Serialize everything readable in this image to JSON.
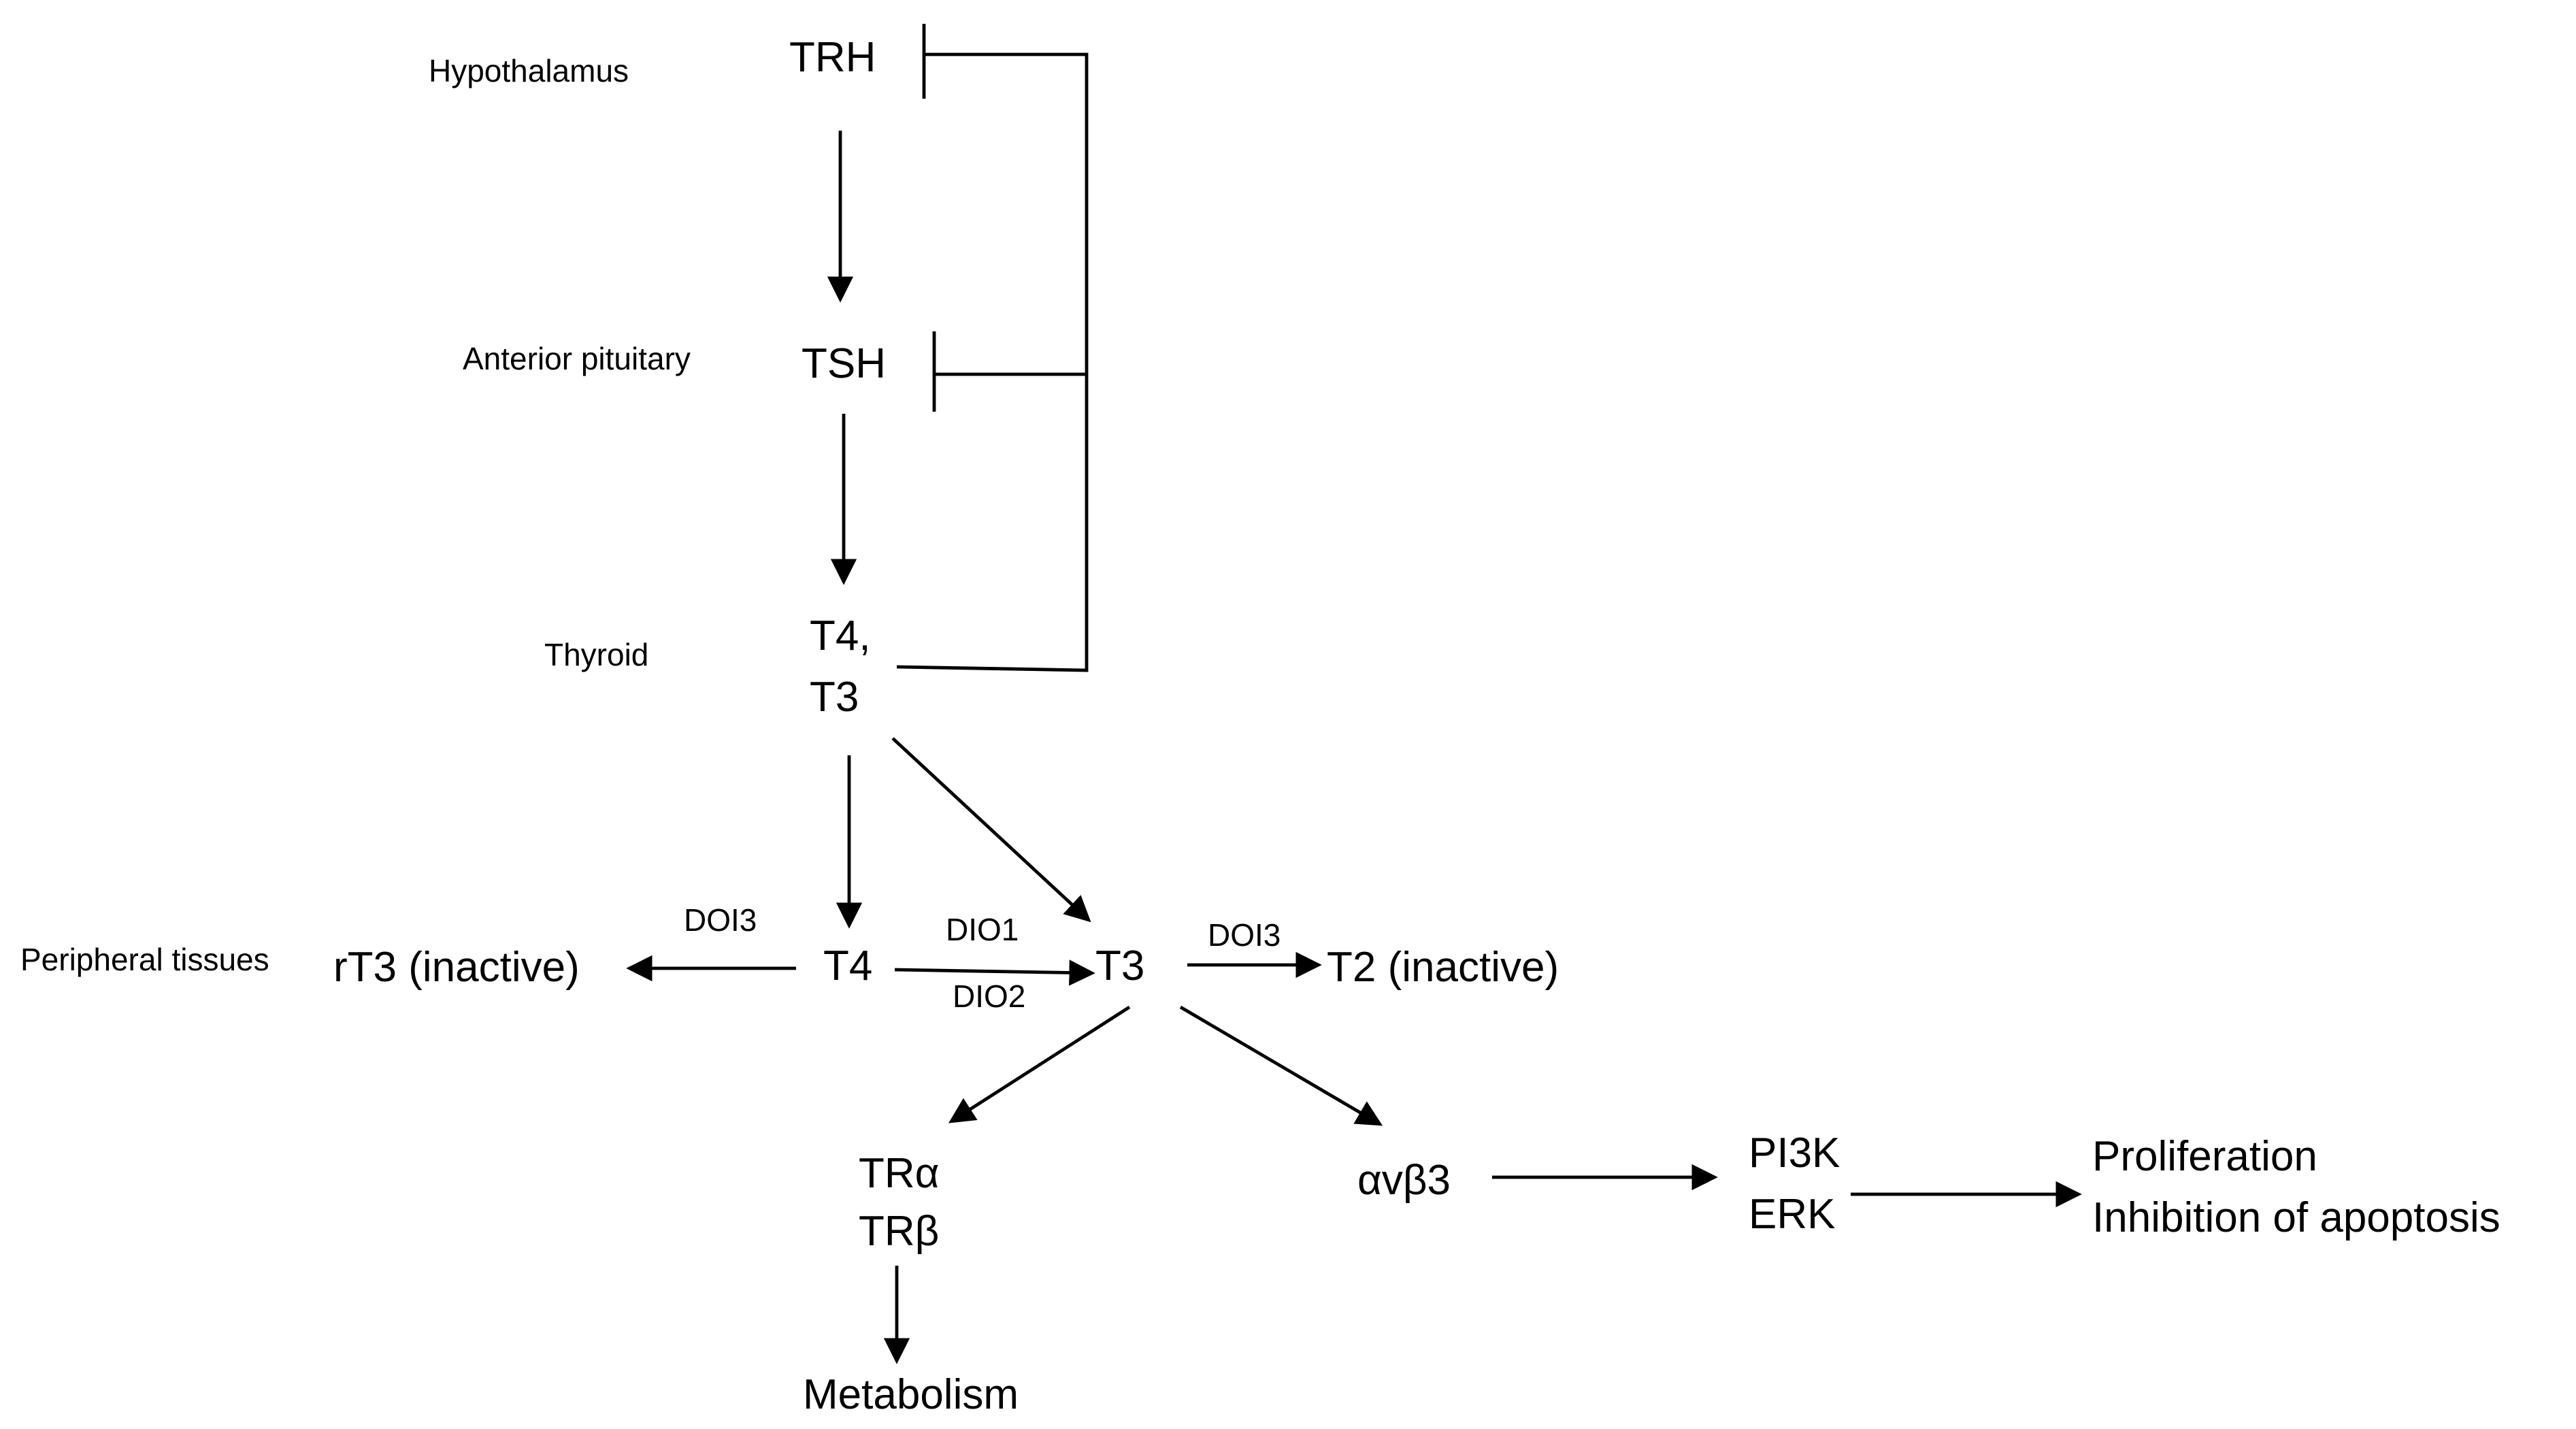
{
  "levels": {
    "hypothalamus": "Hypothalamus",
    "anterior_pituitary": "Anterior pituitary",
    "thyroid": "Thyroid",
    "peripheral_tissues": "Peripheral tissues"
  },
  "nodes": {
    "trh": "TRH",
    "tsh": "TSH",
    "t4_thyroid": "T4,",
    "t3_thyroid": "T3",
    "t4": "T4",
    "t3": "T3",
    "rt3": "rT3 (inactive)",
    "t2": "T2 (inactive)",
    "tr_alpha": "TRα",
    "tr_beta": "TRβ",
    "metabolism": "Metabolism",
    "integrin": "αvβ3",
    "pi3k": "PI3K",
    "erk": "ERK",
    "proliferation": "Proliferation",
    "apoptosis": "Inhibition of apoptosis"
  },
  "enzymes": {
    "t4_to_rt3": "DOI3",
    "t4_to_t3_top": "DIO1",
    "t4_to_t3_bottom": "DIO2",
    "t3_to_t2": "DOI3"
  },
  "colors": {
    "ink": "#000000",
    "background": "#ffffff"
  }
}
